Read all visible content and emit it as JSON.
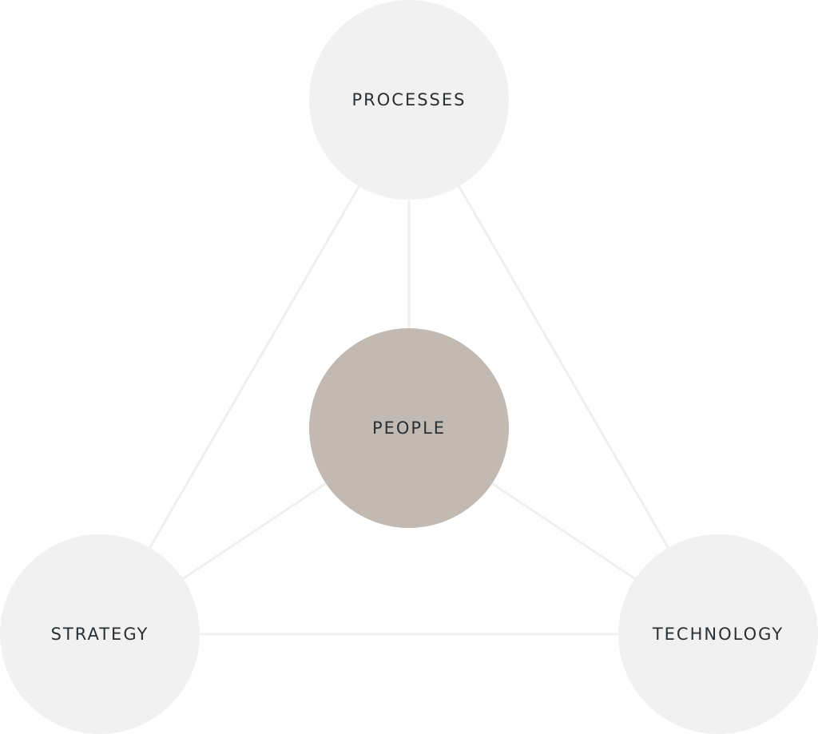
{
  "diagram": {
    "nodes": {
      "processes": {
        "label": "PROCESSES",
        "color": "#f1f1f1"
      },
      "people": {
        "label": "PEOPLE",
        "color": "#c2bab2"
      },
      "strategy": {
        "label": "STRATEGY",
        "color": "#f1f1f1"
      },
      "technology": {
        "label": "TECHNOLOGY",
        "color": "#f1f1f1"
      }
    },
    "connections": [
      [
        "processes",
        "people"
      ],
      [
        "processes",
        "strategy"
      ],
      [
        "processes",
        "technology"
      ],
      [
        "strategy",
        "technology"
      ],
      [
        "people",
        "strategy"
      ],
      [
        "people",
        "technology"
      ]
    ],
    "colors": {
      "line": "#efefef",
      "text": "#2a2f33"
    }
  }
}
